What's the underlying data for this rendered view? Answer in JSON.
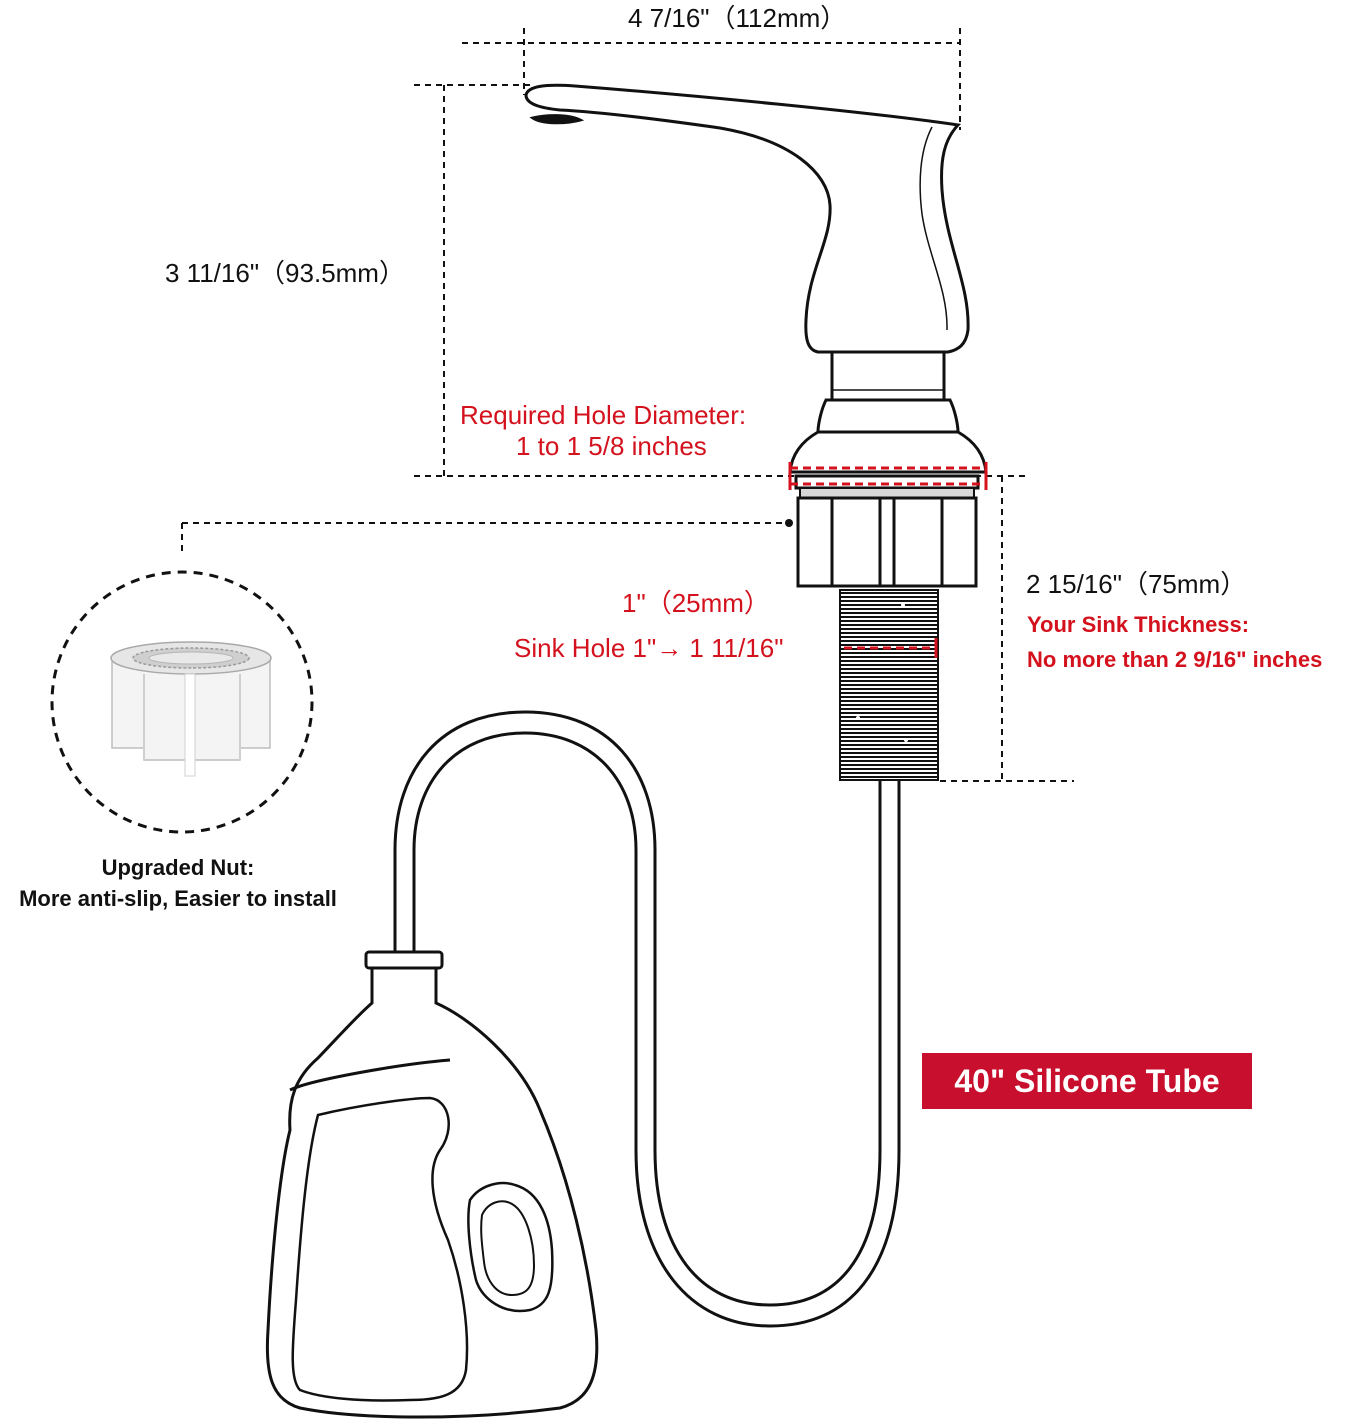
{
  "colors": {
    "line": "#111111",
    "accent_red": "#d4121e",
    "badge_red": "#c8102e",
    "nut_fill": "#f2f2f2"
  },
  "dimensions": {
    "spout_length": "4 7/16\"（112mm）",
    "pump_height": "3 11/16\"（93.5mm）",
    "shank_length": "2 15/16\"（75mm）",
    "shank_diameter": "1\"（25mm）"
  },
  "hole": {
    "title": "Required Hole Diameter:",
    "range": "1 to 1 5/8 inches",
    "sink_hole": "Sink Hole 1\"→ 1 11/16\""
  },
  "sink": {
    "title": "Your Sink Thickness:",
    "limit": "No more than 2 9/16\" inches"
  },
  "nut": {
    "title": "Upgraded Nut:",
    "subtitle": "More anti-slip, Easier to install"
  },
  "tube": {
    "label": "40\" Silicone Tube"
  },
  "icons": [
    "soap-pump-head-icon",
    "threaded-shank-icon",
    "mounting-nut-icon",
    "soap-bottle-icon",
    "silicone-tube-icon"
  ]
}
